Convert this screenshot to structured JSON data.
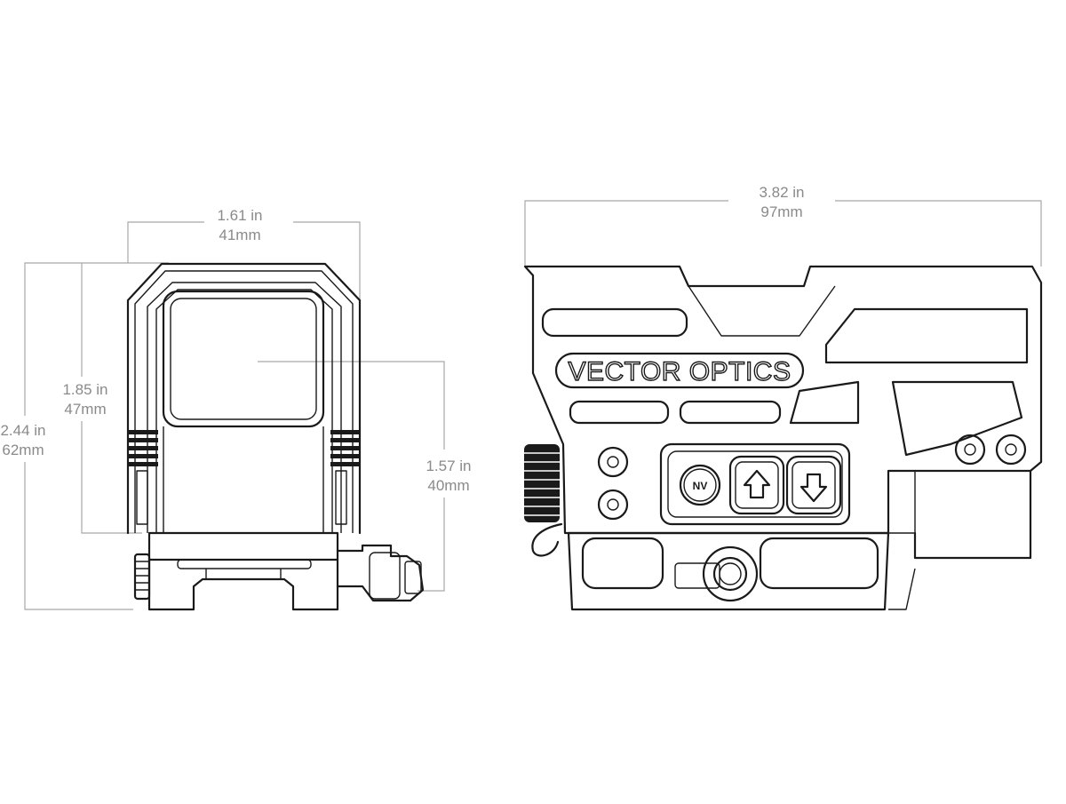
{
  "dimensions": {
    "front_width": {
      "imperial": "1.61 in",
      "metric": "41mm"
    },
    "front_overall_height": {
      "imperial": "2.44 in",
      "metric": "62mm"
    },
    "front_body_height": {
      "imperial": "1.85 in",
      "metric": "47mm"
    },
    "optical_axis_height": {
      "imperial": "1.57 in",
      "metric": "40mm"
    },
    "side_length": {
      "imperial": "3.82 in",
      "metric": "97mm"
    }
  },
  "side_view": {
    "brand_logo": "VECTOR OPTICS",
    "button_nv": "NV",
    "button_up_icon": "arrow-up-icon",
    "button_down_icon": "arrow-down-icon"
  },
  "colors": {
    "ink": "#1a1a1a",
    "dimension": "#8a8a8a"
  }
}
